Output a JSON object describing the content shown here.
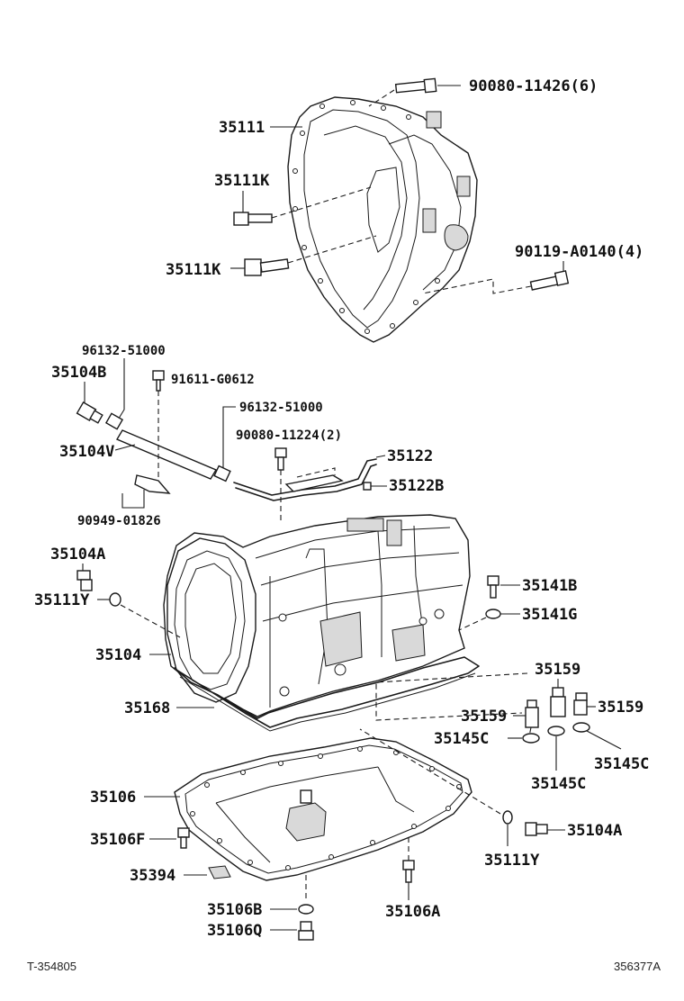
{
  "labels": {
    "l_90080_11426": "90080-11426(6)",
    "l_35111": "35111",
    "l_35111K_a": "35111K",
    "l_35111K_b": "35111K",
    "l_90119_A0140": "90119-A0140(4)",
    "l_96132_51000_a": "96132-51000",
    "l_35104B": "35104B",
    "l_91611_G0612": "91611-G0612",
    "l_96132_51000_b": "96132-51000",
    "l_90080_11224": "90080-11224(2)",
    "l_35104V": "35104V",
    "l_35122": "35122",
    "l_35122B": "35122B",
    "l_90949_01826": "90949-01826",
    "l_35104A_a": "35104A",
    "l_35111Y_a": "35111Y",
    "l_35141B": "35141B",
    "l_35141G": "35141G",
    "l_35104": "35104",
    "l_35159_top": "35159",
    "l_35168": "35168",
    "l_35159_left": "35159",
    "l_35159_right": "35159",
    "l_35145C_left": "35145C",
    "l_35145C_right": "35145C",
    "l_35145C_bottom": "35145C",
    "l_35106": "35106",
    "l_35104A_b": "35104A",
    "l_35106F": "35106F",
    "l_35111Y_b": "35111Y",
    "l_35394": "35394",
    "l_35106A": "35106A",
    "l_35106B": "35106B",
    "l_35106Q": "35106Q"
  },
  "footer": {
    "left": "T-354805",
    "right": "356377A"
  }
}
